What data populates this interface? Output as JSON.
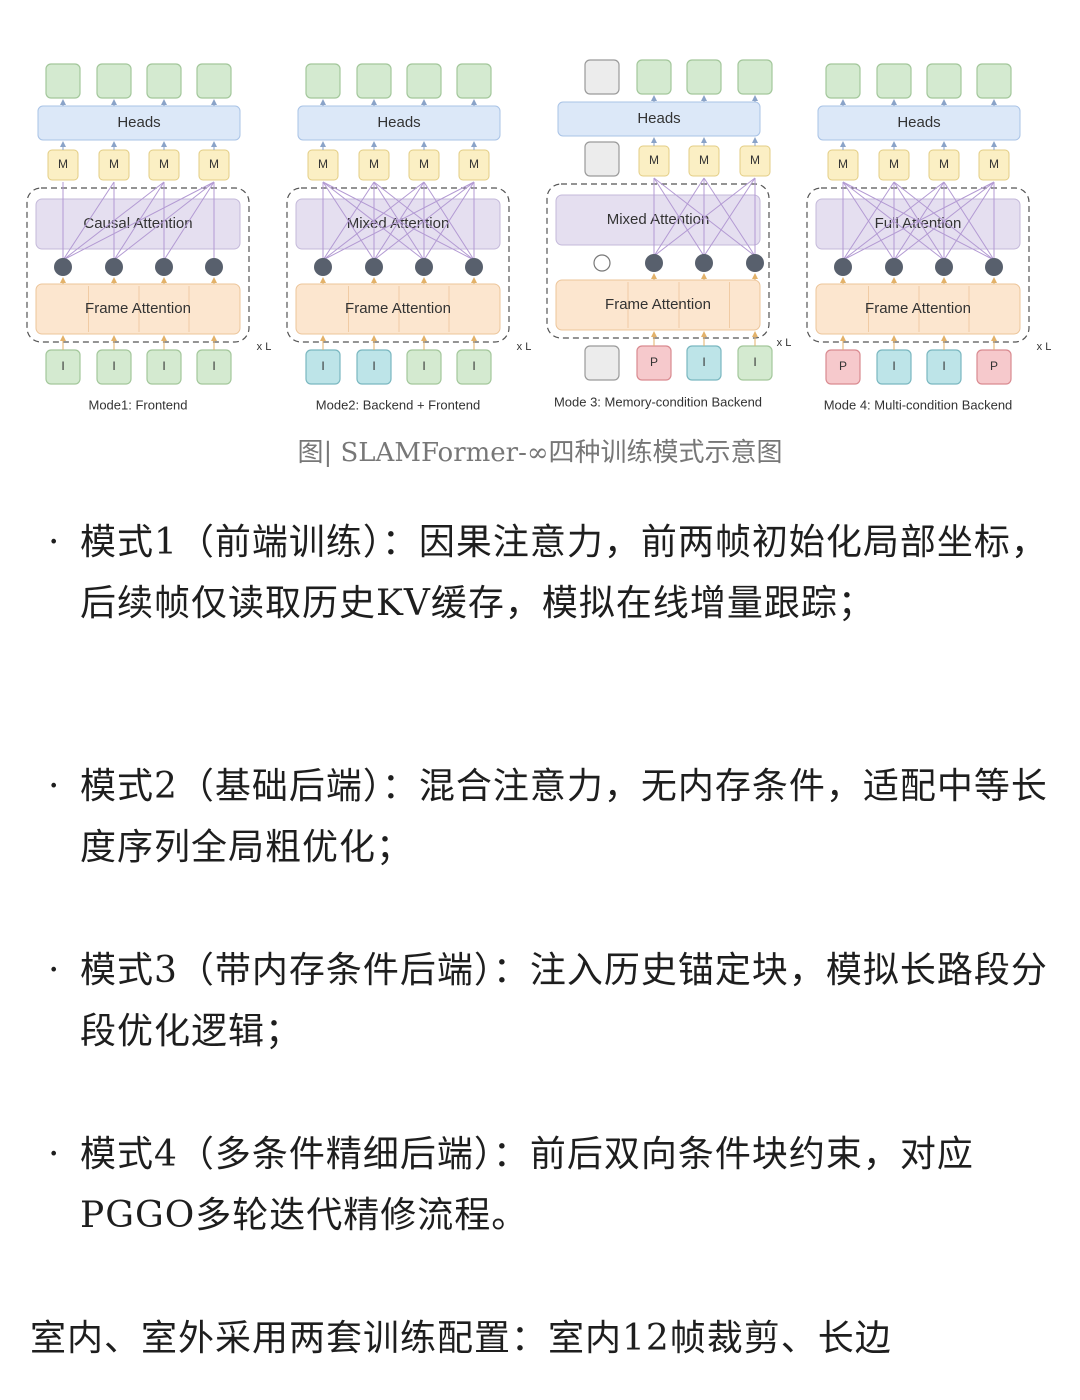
{
  "figure": {
    "panels": [
      {
        "heads_label": "Heads",
        "attention_label": "Causal Attention",
        "frame_label": "Frame Attention",
        "repeat_label": "x L",
        "caption": "Mode1: Frontend",
        "top_outputs": [
          "green",
          "green",
          "green",
          "green"
        ],
        "memory_labels": [
          "M",
          "M",
          "M",
          "M"
        ],
        "inputs": [
          {
            "label": "I",
            "color": "green"
          },
          {
            "label": "I",
            "color": "green"
          },
          {
            "label": "I",
            "color": "green"
          },
          {
            "label": "I",
            "color": "green"
          }
        ]
      },
      {
        "heads_label": "Heads",
        "attention_label": "Mixed Attention",
        "frame_label": "Frame Attention",
        "repeat_label": "x L",
        "caption": "Mode2: Backend + Frontend",
        "top_outputs": [
          "green",
          "green",
          "green",
          "green"
        ],
        "memory_labels": [
          "M",
          "M",
          "M",
          "M"
        ],
        "inputs": [
          {
            "label": "I",
            "color": "cyan"
          },
          {
            "label": "I",
            "color": "cyan"
          },
          {
            "label": "I",
            "color": "green"
          },
          {
            "label": "I",
            "color": "green"
          }
        ]
      },
      {
        "heads_label": "Heads",
        "attention_label": "Mixed Attention",
        "frame_label": "Frame Attention",
        "repeat_label": "x L",
        "caption": "Mode 3: Memory-condition Backend",
        "top_outputs": [
          "grey",
          "green",
          "green",
          "green"
        ],
        "memory_labels": [
          "",
          "M",
          "M",
          "M"
        ],
        "inputs": [
          {
            "label": "",
            "color": "grey"
          },
          {
            "label": "P",
            "color": "pink"
          },
          {
            "label": "I",
            "color": "cyan"
          },
          {
            "label": "I",
            "color": "green"
          }
        ]
      },
      {
        "heads_label": "Heads",
        "attention_label": "Full Attention",
        "frame_label": "Frame Attention",
        "repeat_label": "x L",
        "caption": "Mode 4: Multi-condition Backend",
        "top_outputs": [
          "green",
          "green",
          "green",
          "green"
        ],
        "memory_labels": [
          "M",
          "M",
          "M",
          "M"
        ],
        "inputs": [
          {
            "label": "P",
            "color": "pink"
          },
          {
            "label": "I",
            "color": "cyan"
          },
          {
            "label": "I",
            "color": "cyan"
          },
          {
            "label": "P",
            "color": "pink"
          }
        ]
      }
    ],
    "colors": {
      "green_fill": "#d4ead0",
      "green_stroke": "#a3c79b",
      "cyan_fill": "#bde4e8",
      "cyan_stroke": "#7ab7c0",
      "pink_fill": "#f6c9cc",
      "pink_stroke": "#d98a90",
      "grey_fill": "#ececec",
      "grey_stroke": "#9a9a9a",
      "heads_fill": "#dce8f8",
      "heads_stroke": "#a9c3e6",
      "memory_fill": "#fbefc4",
      "memory_stroke": "#e3cd84",
      "attention_fill": "#e5dff0",
      "attention_stroke": "#c4b9da",
      "frame_fill": "#fce6cf",
      "frame_stroke": "#ecc59a",
      "token_fill": "#58606d",
      "arrow_blue": "#8aa3c8",
      "arrow_purple": "#b39ad3",
      "arrow_orange": "#e3b26a"
    },
    "caption": "图| SLAMFormer-∞四种训练模式示意图"
  },
  "bullets": [
    {
      "marker": "·",
      "text": "模式1（前端训练）：因果注意力，前两帧初始化局部坐标，后续帧仅读取历史KV缓存，模拟在线增量跟踪；"
    },
    {
      "marker": "·",
      "text": "模式2（基础后端）：混合注意力，无内存条件，适配中等长度序列全局粗优化；"
    },
    {
      "marker": "·",
      "text": "模式3（带内存条件后端）：注入历史锚定块，模拟长路段分段优化逻辑；"
    },
    {
      "marker": "·",
      "text": "模式4（多条件精细后端）：前后双向条件块约束，对应PGGO多轮迭代精修流程。"
    }
  ],
  "trailing_text": "室内、室外采用两套训练配置：室内12帧裁剪、长边"
}
